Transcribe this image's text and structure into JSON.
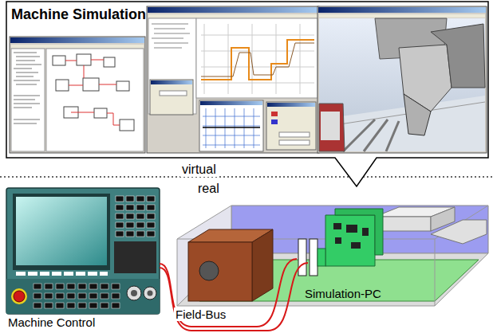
{
  "diagram": {
    "nodes": [
      {
        "text": [
          "Machine Simulation"
        ]
      },
      {
        "text": [
          "Machine Control"
        ]
      },
      {
        "text": [
          "Simulation-PC"
        ]
      }
    ],
    "edges": [
      {
        "from": 1,
        "to": 2,
        "arrow": "none",
        "label": "Field-Bus"
      }
    ],
    "labels": [
      "virtual",
      "real"
    ]
  }
}
